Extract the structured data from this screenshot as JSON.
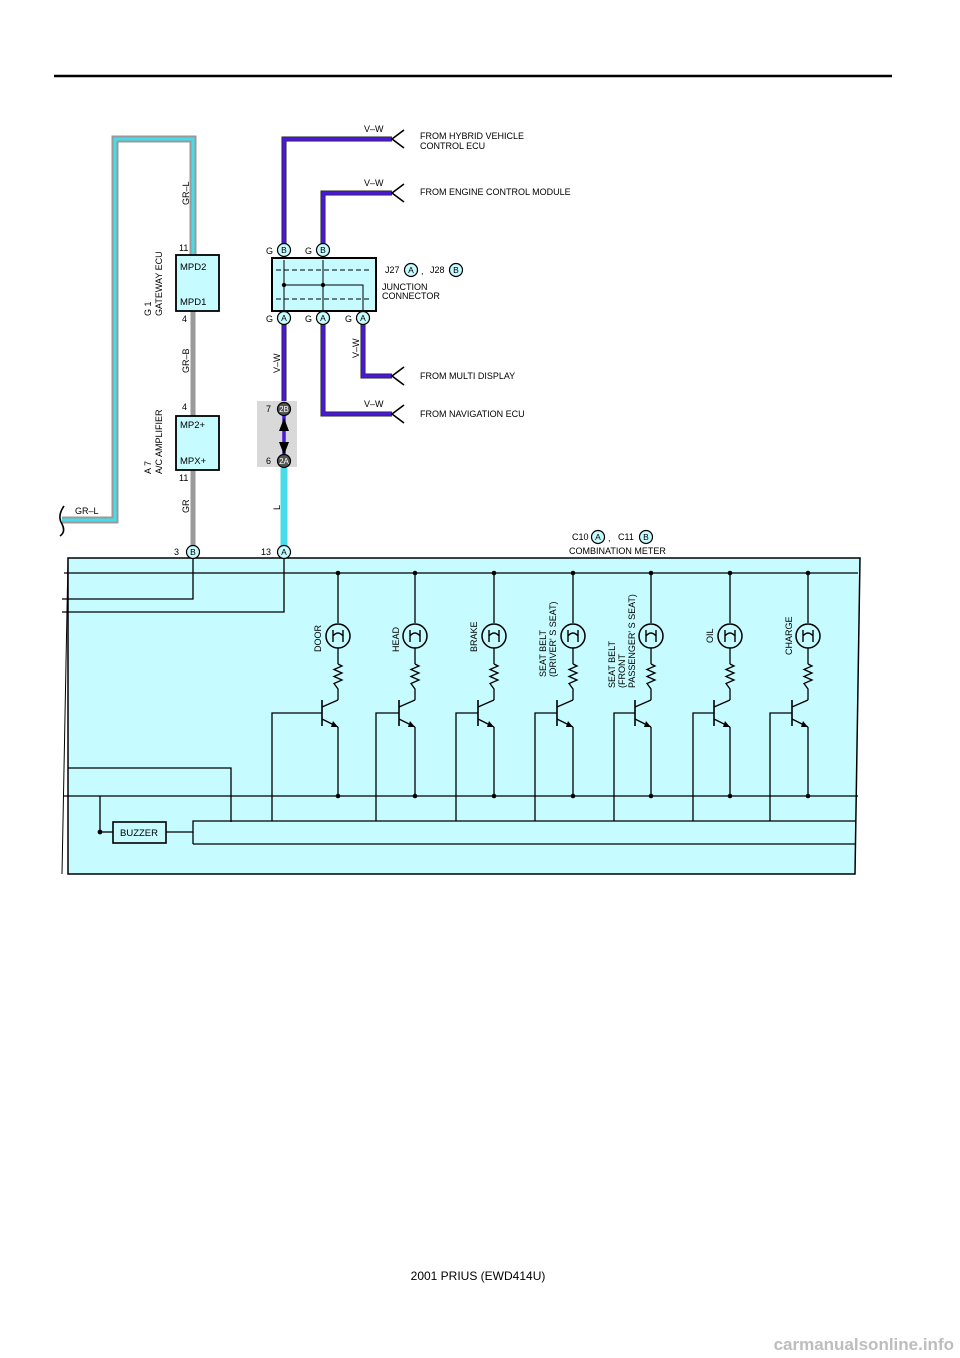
{
  "footer": "2001 PRIUS (EWD414U)",
  "watermark": "carmanualsonline.info",
  "colors": {
    "purple_wire": "#4a19d8",
    "cyan_wire": "#48dbe8",
    "gray_wire": "#9a9a9a",
    "panel_fill": "#c6fbff"
  },
  "sources": {
    "hybrid": "FROM HYBRID VEHICLE",
    "hybrid2": "CONTROL ECU",
    "engine": "FROM ENGINE CONTROL MODULE",
    "multi": "FROM MULTI DISPLAY",
    "nav": "FROM NAVIGATION ECU"
  },
  "wires": {
    "vw": "V–W",
    "grl": "GR–L",
    "grb": "GR–B",
    "gr": "GR",
    "l": "L"
  },
  "junction": {
    "j27": "J27",
    "j28": "J28",
    "comma": ",",
    "label1": "JUNCTION",
    "label2": "CONNECTOR",
    "pin_g": "G",
    "a": "A",
    "b": "B"
  },
  "gateway": {
    "id": "G 1",
    "name": "GATEWAY ECU",
    "mpd2": "MPD2",
    "mpd1": "MPD1",
    "pin11": "11",
    "pin4": "4"
  },
  "amplifier": {
    "id": "A 7",
    "name": "A/C AMPLIFIER",
    "mp2": "MP2+",
    "mpx": "MPX+",
    "pin4": "4",
    "pin11": "11"
  },
  "inline": {
    "p7": "7",
    "c2b": "2B",
    "p6": "6",
    "c2a": "2A"
  },
  "meter": {
    "c10": "C10",
    "c11": "C11",
    "comma": ",",
    "label": "COMBINATION METER",
    "p3": "3",
    "p13": "13",
    "a": "A",
    "b": "B"
  },
  "lamps": {
    "door": "DOOR",
    "head": "HEAD",
    "brake": "BRAKE",
    "seat_driver_1": "SEAT BELT",
    "seat_driver_2": "(DRIVER' S SEAT)",
    "seat_pass_1": "SEAT BELT",
    "seat_pass_2": "(FRONT",
    "seat_pass_3": "PASSENGER' S SEAT)",
    "oil": "OIL",
    "charge": "CHARGE"
  },
  "buzzer": "BUZZER"
}
